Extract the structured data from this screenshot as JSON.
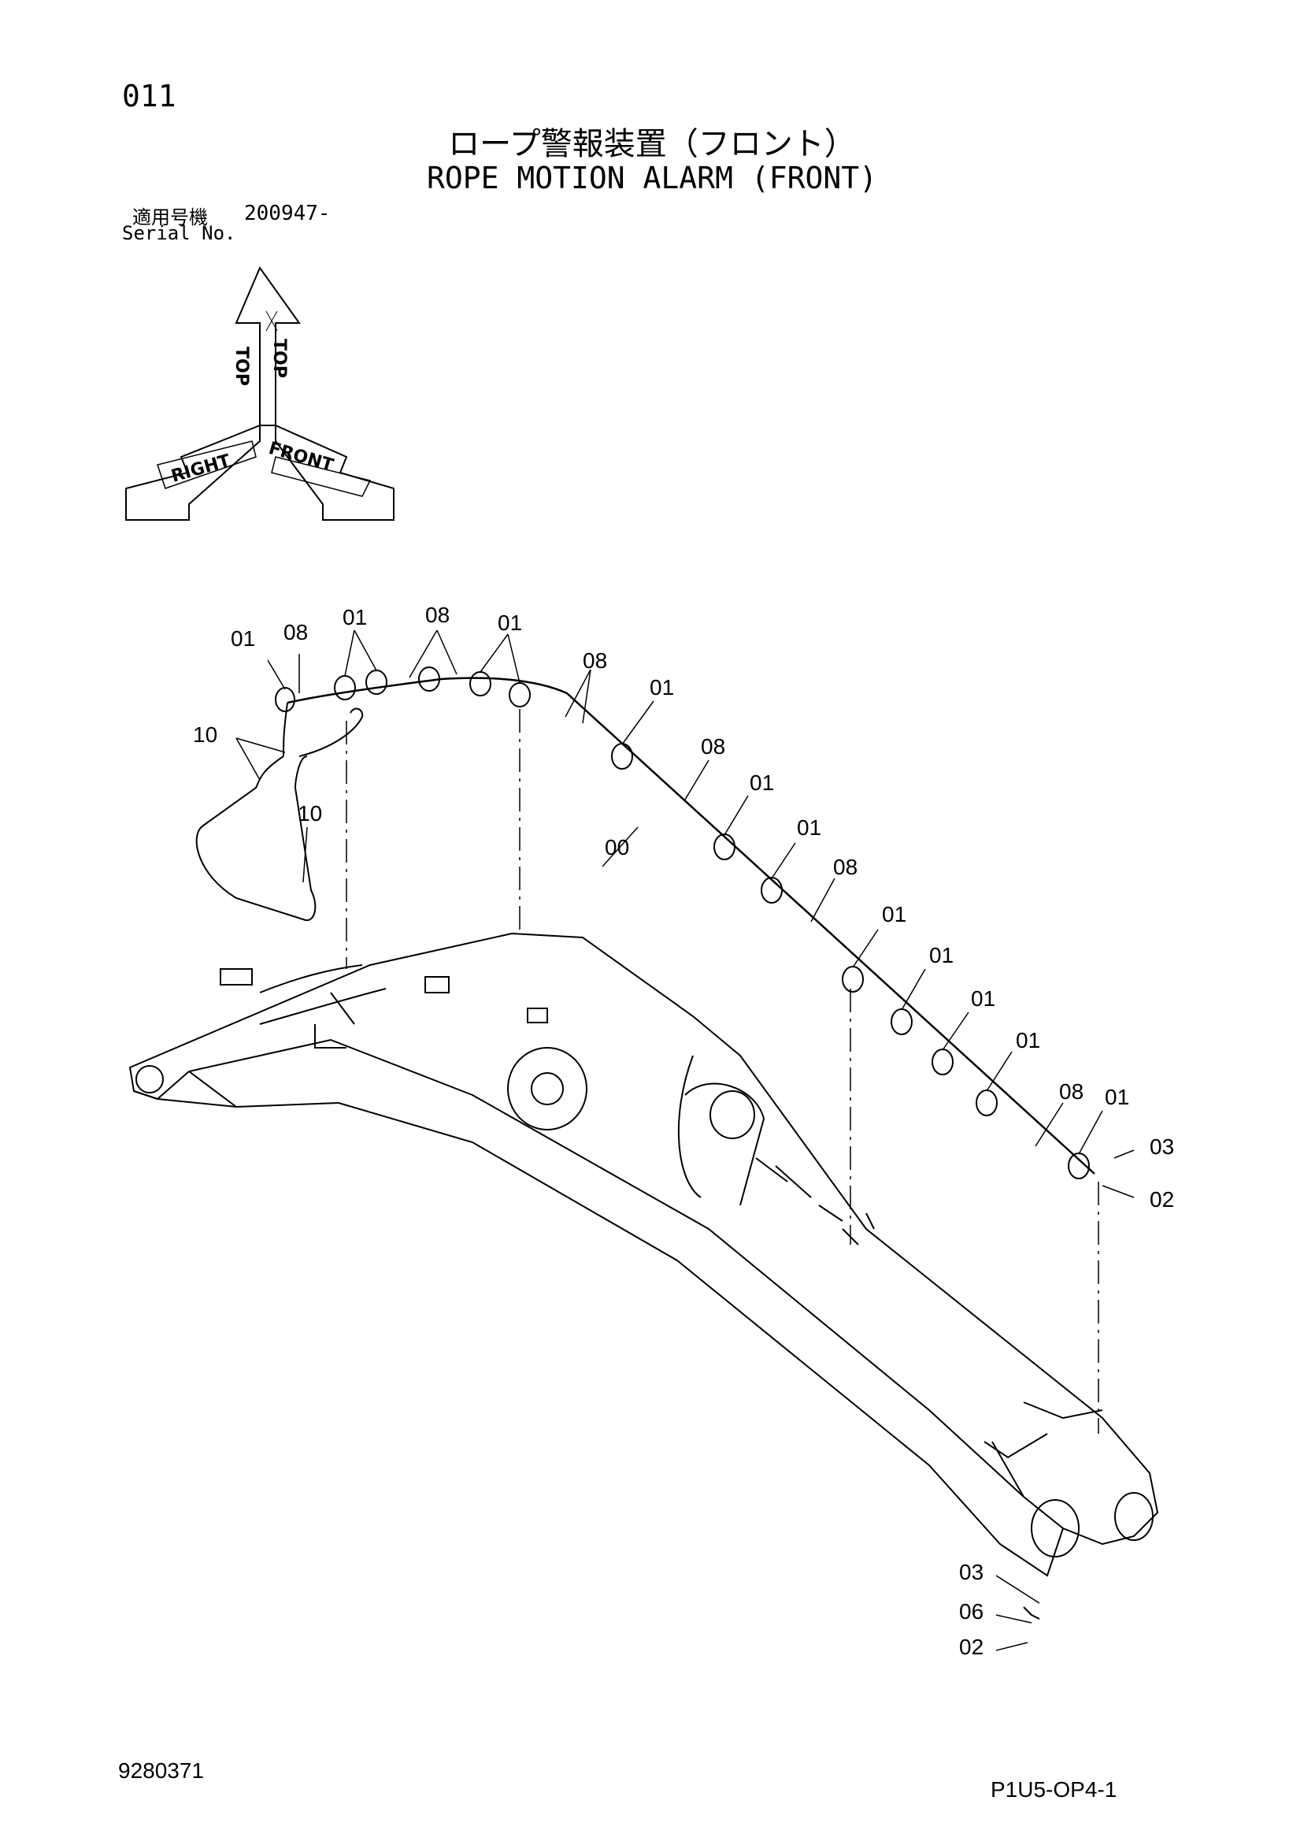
{
  "header": {
    "page_number": "011",
    "title_ja": "ロープ警報装置（フロント）",
    "title_en": "ROPE MOTION ALARM (FRONT)",
    "serial_label_ja": "適用号機",
    "serial_value": "200947-",
    "serial_label_en": "Serial No."
  },
  "orientation": {
    "top_label": "TOP",
    "right_label": "RIGHT",
    "front_label": "FRONT"
  },
  "callouts": [
    {
      "id": "c1",
      "text": "01"
    },
    {
      "id": "c2",
      "text": "08"
    },
    {
      "id": "c3",
      "text": "01"
    },
    {
      "id": "c4",
      "text": "08"
    },
    {
      "id": "c5",
      "text": "01"
    },
    {
      "id": "c6",
      "text": "08"
    },
    {
      "id": "c7",
      "text": "01"
    },
    {
      "id": "c8",
      "text": "10"
    },
    {
      "id": "c9",
      "text": "10"
    },
    {
      "id": "c10",
      "text": "08"
    },
    {
      "id": "c11",
      "text": "00"
    },
    {
      "id": "c12",
      "text": "01"
    },
    {
      "id": "c13",
      "text": "01"
    },
    {
      "id": "c14",
      "text": "08"
    },
    {
      "id": "c15",
      "text": "01"
    },
    {
      "id": "c16",
      "text": "01"
    },
    {
      "id": "c17",
      "text": "01"
    },
    {
      "id": "c18",
      "text": "01"
    },
    {
      "id": "c19",
      "text": "08"
    },
    {
      "id": "c20",
      "text": "01"
    },
    {
      "id": "c21",
      "text": "03"
    },
    {
      "id": "c22",
      "text": "02"
    },
    {
      "id": "c23",
      "text": "03"
    },
    {
      "id": "c24",
      "text": "06"
    },
    {
      "id": "c25",
      "text": "02"
    }
  ],
  "footer": {
    "drawing_number": "9280371",
    "sheet_code": "P1U5-OP4-1"
  }
}
